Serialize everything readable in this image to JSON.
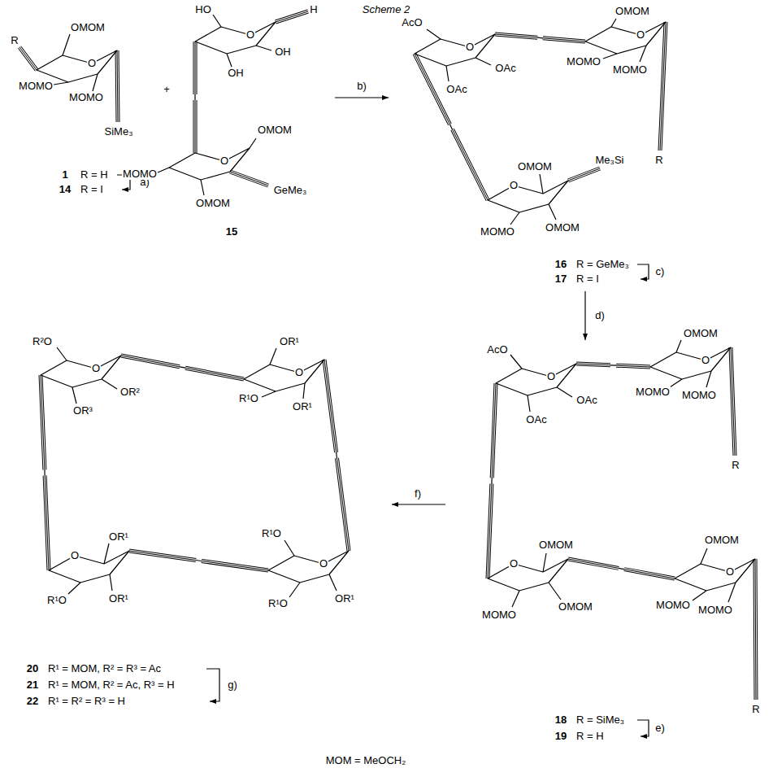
{
  "diagram": {
    "title": "Scheme 2",
    "labels": [
      "R",
      "OMOM",
      "O",
      "MOMO",
      "MOMO",
      "SiMe₃",
      "1",
      "R = H",
      "14",
      "R = I",
      "a)",
      "+",
      "HO",
      "O",
      "H",
      "OH",
      "OH",
      "O",
      "OMOM",
      "GeMe₃",
      "OMOM",
      "MOMO",
      "15",
      "b)",
      "AcO",
      "O",
      "OAc",
      "OAc",
      "OMOM",
      "O",
      "MOMO",
      "MOMO",
      "Me₃Si",
      "R",
      "O",
      "OMOM",
      "OMOM",
      "MOMO",
      "16",
      "R = GeMe₃",
      "17",
      "R = I",
      "c)",
      "d)",
      "OMOM",
      "O",
      "R",
      "MOMO",
      "MOMO",
      "AcO",
      "O",
      "OAc",
      "OAc",
      "O",
      "OMOM",
      "OMOM",
      "MOMO",
      "OMOM",
      "O",
      "R",
      "MOMO",
      "MOMO",
      "18",
      "R = SiMe₃",
      "19",
      "R = H",
      "e)",
      "f)",
      "R²O",
      "O",
      "OR³",
      "OR²",
      "OR¹",
      "O",
      "R¹O",
      "OR¹",
      "R¹O",
      "O",
      "R¹O",
      "OR¹",
      "O",
      "OR¹",
      "OR¹",
      "R¹O",
      "20",
      "R¹ = MOM, R² = R³ = Ac",
      "21",
      "R¹ = MOM, R² = Ac, R³ = H",
      "22",
      "R¹ = R² = R³ = H",
      "g)",
      "MOM = MeOCH₂"
    ]
  }
}
